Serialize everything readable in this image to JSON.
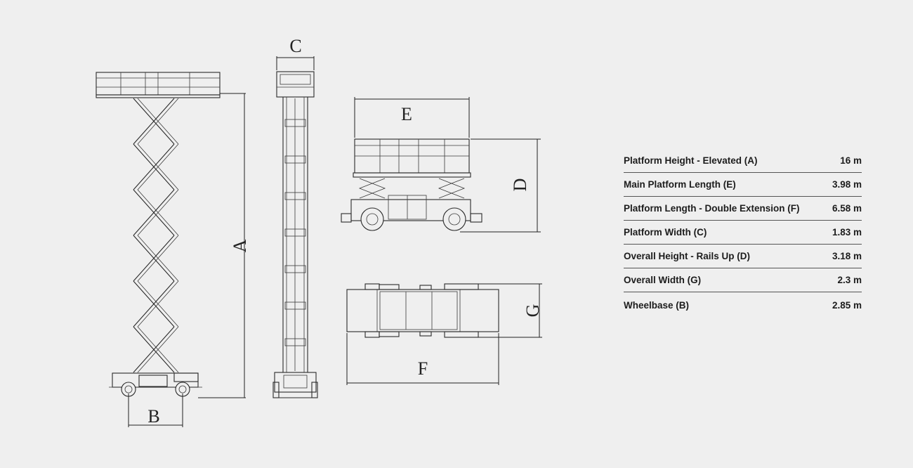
{
  "diagram": {
    "labels": {
      "A": "A",
      "B": "B",
      "C": "C",
      "D": "D",
      "E": "E",
      "F": "F",
      "G": "G"
    }
  },
  "specs": [
    {
      "label": "Platform Height - Elevated (A)",
      "value": "16 m"
    },
    {
      "label": "Main Platform Length (E)",
      "value": "3.98 m"
    },
    {
      "label": "Platform Length - Double Extension (F)",
      "value": "6.58 m"
    },
    {
      "label": "Platform Width (C)",
      "value": "1.83 m"
    },
    {
      "label": "Overall Height - Rails Up (D)",
      "value": "3.18 m"
    },
    {
      "label": "Overall Width (G)",
      "value": "2.3 m"
    },
    {
      "label": "Wheelbase (B)",
      "value": "2.85 m"
    }
  ]
}
